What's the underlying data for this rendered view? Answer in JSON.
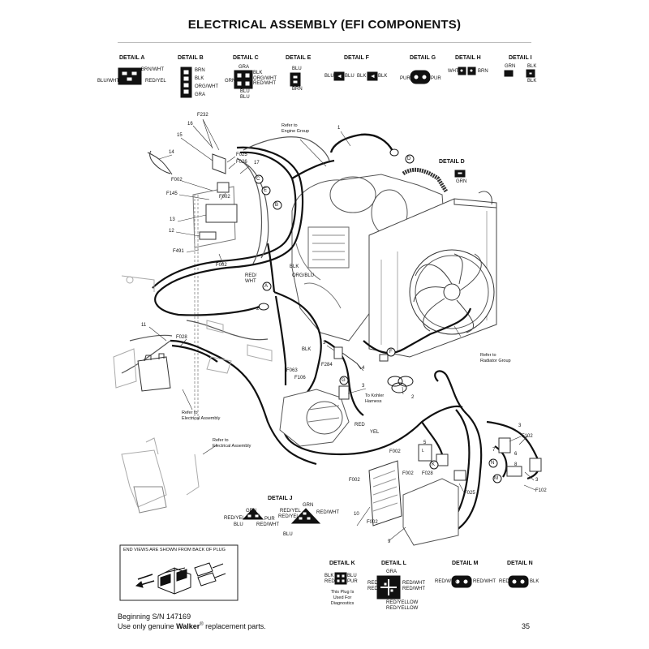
{
  "title": "ELECTRICAL ASSEMBLY (EFI COMPONENTS)",
  "details": {
    "a": {
      "label": "DETAIL A",
      "wires": [
        "BRN/WHT",
        "BLU/WHT",
        "RED/YEL"
      ]
    },
    "b": {
      "label": "DETAIL B",
      "wires": [
        "BRN",
        "BLK",
        "ORG/WHT",
        "GRA"
      ]
    },
    "c": {
      "label": "DETAIL C",
      "wires": [
        "GRA",
        "BLK",
        "GRN",
        "ORG/WHT",
        "RED/WHT",
        "BLU",
        "BLU"
      ]
    },
    "e": {
      "label": "DETAIL E",
      "wires": [
        "BLU",
        "BRN"
      ]
    },
    "f": {
      "label": "DETAIL F",
      "wires": [
        "BLU",
        "BLU",
        "BLK",
        "BLK"
      ]
    },
    "g": {
      "label": "DETAIL G",
      "wires": [
        "PUR",
        "PUR"
      ]
    },
    "h": {
      "label": "DETAIL H",
      "wires": [
        "WHT",
        "BRN"
      ]
    },
    "i": {
      "label": "DETAIL I",
      "wires": [
        "GRN",
        "BLK",
        "BLK"
      ]
    },
    "d": {
      "label": "DETAIL D",
      "wires": [
        "GRN"
      ]
    },
    "j": {
      "label": "DETAIL J",
      "wires": [
        "GRN",
        "RED/YEL",
        "BLU",
        "PUR",
        "RED/WHT",
        "GRN",
        "RED/YEL",
        "RED/YEL",
        "RED/WHT",
        "BLU"
      ]
    },
    "k": {
      "label": "DETAIL K",
      "wires": [
        "BLK",
        "BLU",
        "RED",
        "PUR"
      ],
      "note": "This Plug Is Used For Diagnostics"
    },
    "l": {
      "label": "DETAIL L",
      "wires": [
        "GRA",
        "RED",
        "RED",
        "RED/WHT",
        "RED/WHT",
        "RED/YELLOW",
        "RED/YELLOW"
      ]
    },
    "m": {
      "label": "DETAIL M",
      "wires": [
        "RED/WHT",
        "RED/WHT"
      ]
    },
    "n": {
      "label": "DETAIL N",
      "wires": [
        "RED",
        "BLK"
      ]
    }
  },
  "callouts": {
    "f232": "F232",
    "n16": "16",
    "n15": "15",
    "f025a": "F025",
    "f026": "F026",
    "n17": "17",
    "n14": "14",
    "f002a": "F002",
    "f145": "F145",
    "f002b": "F002",
    "n13": "13",
    "n12": "12",
    "f491": "F491",
    "f002c": "F002",
    "n1": "1",
    "n11": "11",
    "f028a": "F028",
    "n2a": "2",
    "n3a": "3",
    "f284": "F284",
    "n4": "4",
    "f063": "F063",
    "f106": "F106",
    "n3b": "3",
    "n2b": "2",
    "f002d": "F002",
    "f002e": "F002",
    "f028b": "F028",
    "n5": "5",
    "n6": "6",
    "n7": "7",
    "n8": "8",
    "n3c": "3",
    "f102a": "F102",
    "f102b": "F102",
    "n3d": "3",
    "f025b": "F025",
    "f002f": "F002",
    "n10": "10",
    "f002g": "F002",
    "n9": "9",
    "k_letter": "K",
    "m_letter": "M",
    "n_letter": "N",
    "a_letter": "A",
    "b_letter": "B",
    "c_letter": "C",
    "d_letter": "D",
    "e_letter": "E",
    "f_letter": "F",
    "g_letter": "G",
    "l_letter": "L"
  },
  "wire_labels": {
    "blk1": "BLK",
    "redwht": "RED/\nWHT",
    "orgblu": "ORG/BLU",
    "blk2": "BLK",
    "red": "RED",
    "yel": "YEL"
  },
  "notes": {
    "engine": "Refer to\nEngine Group",
    "radiator": "Refer to\nRadiator Group",
    "kohler": "To Kohler\nHarness",
    "elec1": "Refer to\nElectrical Assembly",
    "elec2": "Refer to\nElectrical Assembly"
  },
  "end_views": "END VIEWS ARE SHOWN FROM BACK OF PLUG",
  "footer": {
    "serial": "Beginning S/N 147169",
    "use_prefix": "Use only genuine ",
    "brand": "Walker",
    "reg": "®",
    "use_suffix": " replacement parts.",
    "page": "35"
  }
}
